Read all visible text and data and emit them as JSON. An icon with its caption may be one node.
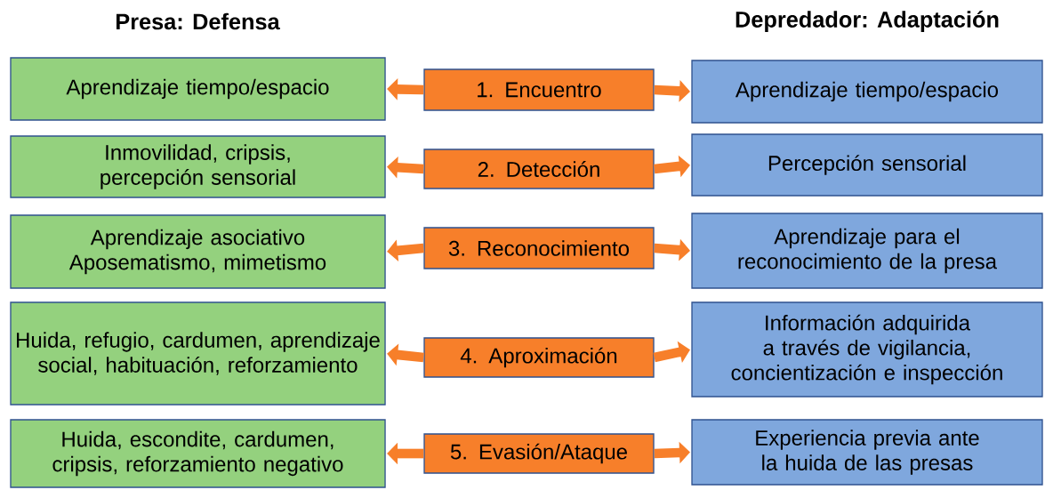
{
  "diagram": {
    "nodes": [
      {
        "text": [
          "Aprendizaje tiempo/espacio"
        ]
      },
      {
        "text": [
          "1. Encuentro"
        ]
      },
      {
        "text": [
          "Aprendizaje tiempo/espacio"
        ]
      },
      {
        "text": [
          "Inmovilidad, cripsis, percepción sensorial"
        ]
      },
      {
        "text": [
          "2. Detección"
        ]
      },
      {
        "text": [
          "Percepción sensorial"
        ]
      },
      {
        "text": [
          "Aprendizaje asociativo",
          "Aposematismo, mimetismo"
        ]
      },
      {
        "text": [
          "3. Reconocimiento"
        ]
      },
      {
        "text": [
          "Aprendizaje para el reconocimiento de la presa"
        ]
      },
      {
        "text": [
          "Huida, refugio, cardumen, aprendizaje social, habituación, reforzamiento"
        ]
      },
      {
        "text": [
          "4. Aproximación"
        ]
      },
      {
        "text": [
          "Información adquirida a través de vigilancia, concientización e inspección"
        ]
      },
      {
        "text": [
          "Huida, escondite, cardumen, cripsis, reforzamiento negativo"
        ]
      },
      {
        "text": [
          "5. Evasión/Ataque"
        ]
      },
      {
        "text": [
          "Experiencia previa ante la huida de las presas"
        ]
      }
    ],
    "edges": [
      {
        "from": 1,
        "to": 0,
        "arrow": "to"
      },
      {
        "from": 1,
        "to": 2,
        "arrow": "to"
      },
      {
        "from": 4,
        "to": 3,
        "arrow": "to"
      },
      {
        "from": 4,
        "to": 5,
        "arrow": "to"
      },
      {
        "from": 7,
        "to": 6,
        "arrow": "to"
      },
      {
        "from": 7,
        "to": 8,
        "arrow": "to"
      },
      {
        "from": 10,
        "to": 9,
        "arrow": "to"
      },
      {
        "from": 10,
        "to": 11,
        "arrow": "to"
      },
      {
        "from": 13,
        "to": 12,
        "arrow": "to"
      },
      {
        "from": 13,
        "to": 14,
        "arrow": "to"
      }
    ],
    "labels": [
      "Presa: Defensa",
      "Depredador: Adaptación"
    ]
  }
}
